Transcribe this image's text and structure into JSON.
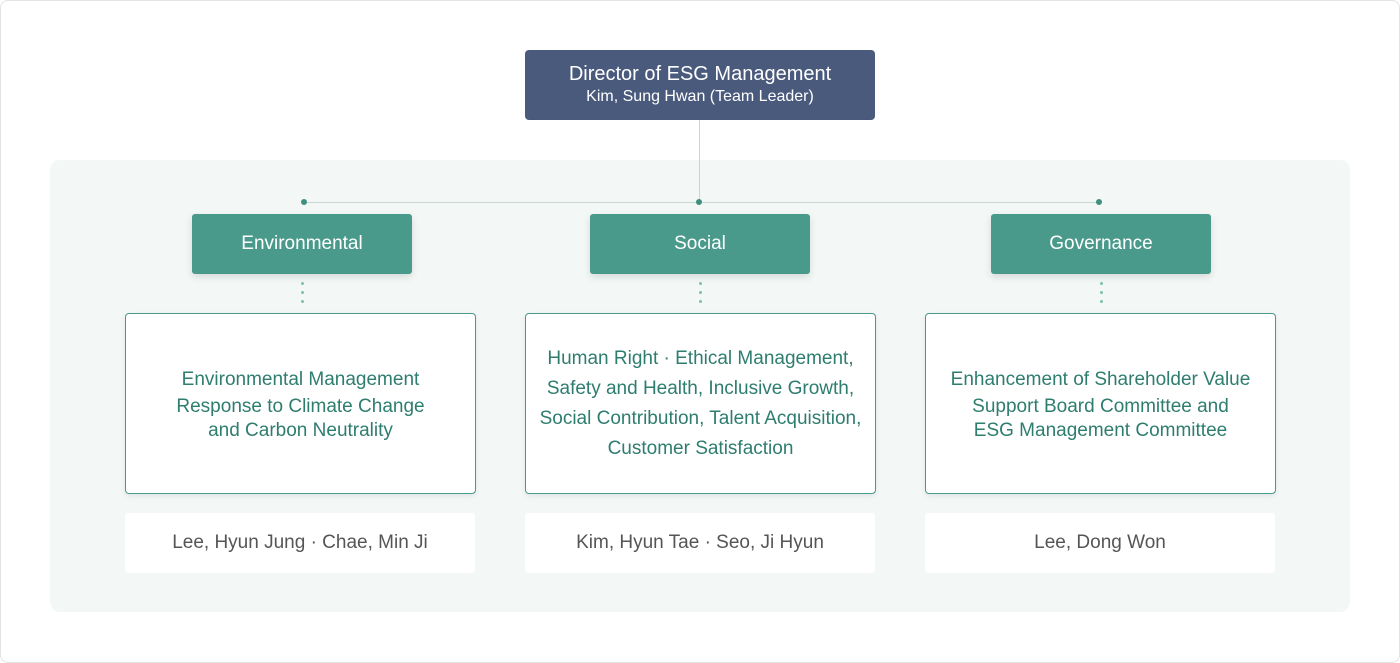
{
  "director": {
    "title": "Director of ESG Management",
    "name": "Kim, Sung Hwan (Team Leader)"
  },
  "columns": [
    {
      "category": "Environmental",
      "duties": [
        "Environmental Management",
        "Response to Climate Change",
        "and Carbon Neutrality"
      ],
      "members": "Lee, Hyun Jung · Chae, Min Ji"
    },
    {
      "category": "Social",
      "duties": [
        "Human Right · Ethical Management,",
        "Safety and Health, Inclusive Growth,",
        "Social Contribution, Talent Acquisition,",
        "Customer Satisfaction"
      ],
      "members": "Kim, Hyun Tae · Seo, Ji Hyun"
    },
    {
      "category": "Governance",
      "duties": [
        "Enhancement of Shareholder Value",
        "Support Board Committee and",
        "ESG Management Committee"
      ],
      "members": "Lee, Dong Won"
    }
  ],
  "colors": {
    "director_bg": "#4a5a7c",
    "category_bg": "#4a9a8c",
    "duty_text": "#2e7d6f",
    "panel_bg": "#f3f7f6"
  }
}
